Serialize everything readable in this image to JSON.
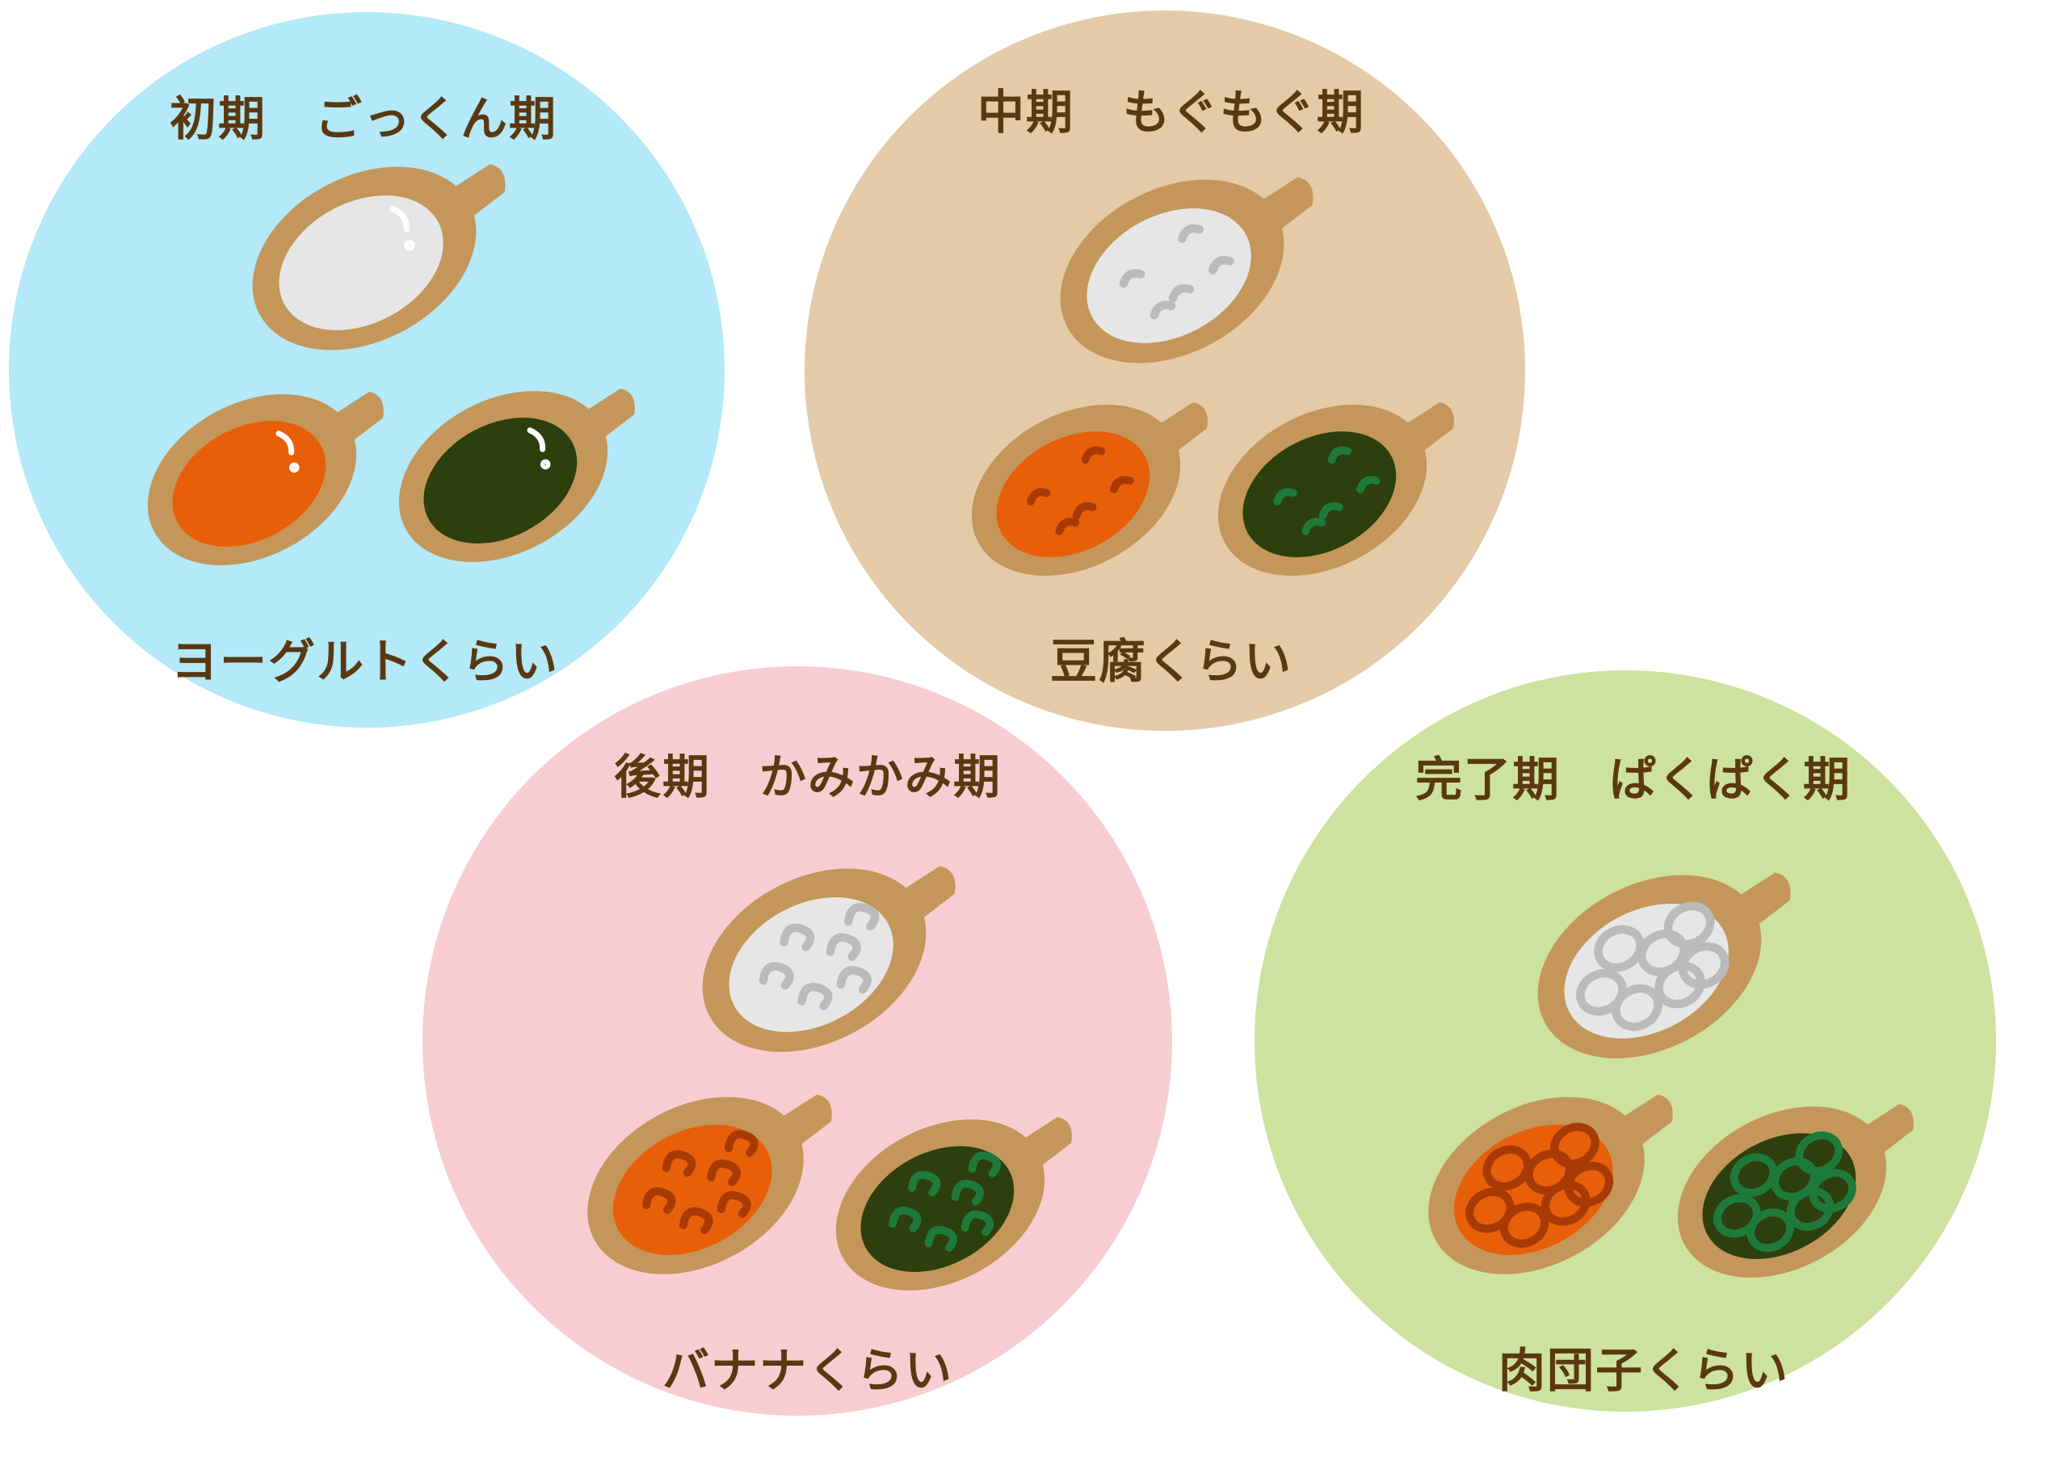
{
  "colors": {
    "stage1_bg": "#b3e9f8",
    "stage2_bg": "#e4caa7",
    "stage3_bg": "#f8cdd1",
    "stage4_bg": "#cde29e",
    "spoon": "#c4965a",
    "rice": "#e6e6e6",
    "carrot": "#e85f0a",
    "spinach": "#2d3f0c",
    "text": "#5a3810"
  },
  "stages": [
    {
      "title": "初期　ごっくん期",
      "texture": "ヨーグルトくらい"
    },
    {
      "title": "中期　もぐもぐ期",
      "texture": "豆腐くらい"
    },
    {
      "title": "後期　かみかみ期",
      "texture": "バナナくらい"
    },
    {
      "title": "完了期　ぱくぱく期",
      "texture": "肉団子くらい"
    }
  ]
}
